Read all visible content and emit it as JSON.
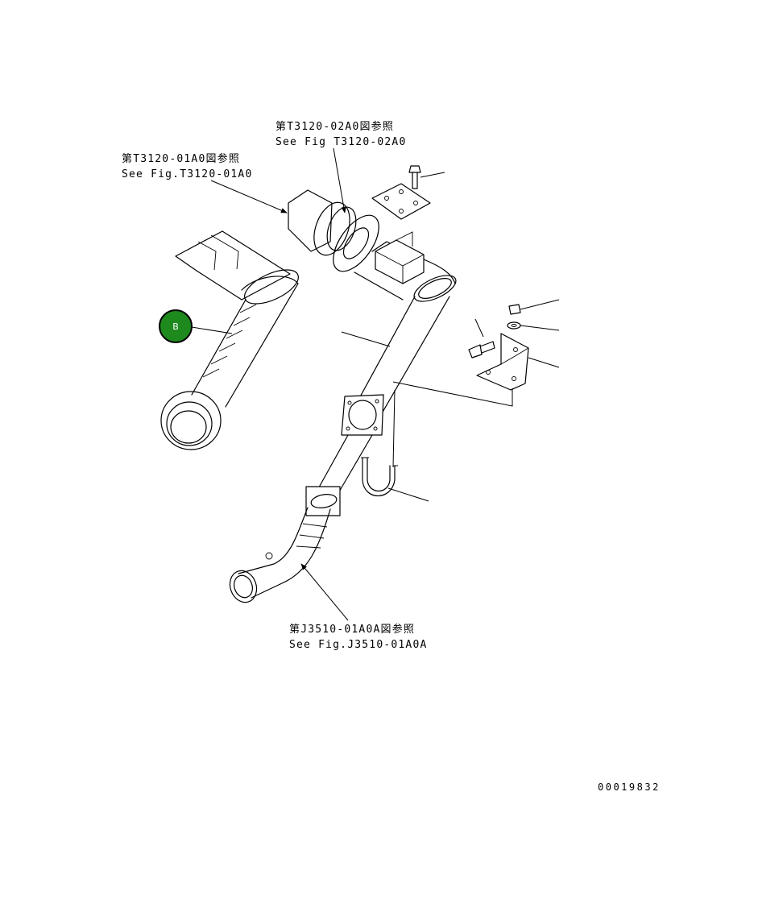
{
  "labels": {
    "t3120_02a0": {
      "jp": "第T3120-02A0図参照",
      "en": "See Fig T3120-02A0"
    },
    "t3120_01a0": {
      "jp": "第T3120-01A0図参照",
      "en": "See Fig.T3120-01A0"
    },
    "j3510_01a0a": {
      "jp": "第J3510-01A0A図参照",
      "en": "See Fig.J3510-01A0A"
    }
  },
  "callout": {
    "text": "B",
    "color": "#1e8a1e"
  },
  "drawing_number": "00019832"
}
